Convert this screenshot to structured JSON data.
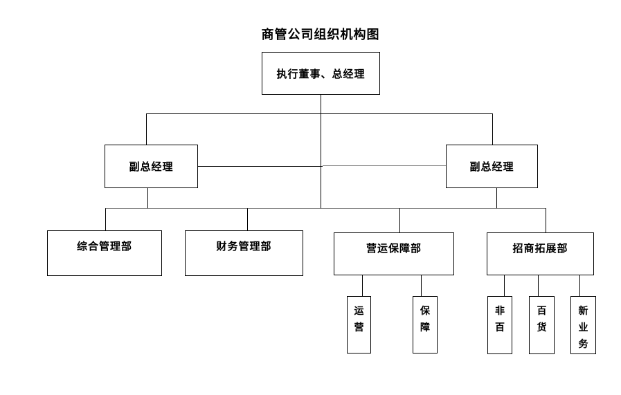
{
  "title": "商管公司组织机构图",
  "colors": {
    "background": "#ffffff",
    "line": "#000000",
    "line_secondary": "#818181",
    "box_border": "#000000",
    "text": "#000000"
  },
  "org": {
    "root": {
      "label": "执行董事、总经理"
    },
    "deputies": [
      {
        "label": "副总经理",
        "position": "left"
      },
      {
        "label": "副总经理",
        "position": "right"
      }
    ],
    "departments": [
      {
        "label": "综合管理部"
      },
      {
        "label": "财务管理部"
      },
      {
        "label": "营运保障部"
      },
      {
        "label": "招商拓展部"
      }
    ],
    "teams": [
      {
        "label": "运营",
        "chars": [
          "运",
          "营"
        ],
        "parent": "营运保障部"
      },
      {
        "label": "保障",
        "chars": [
          "保",
          "障"
        ],
        "parent": "营运保障部"
      },
      {
        "label": "非百",
        "chars": [
          "非",
          "百"
        ],
        "parent": "招商拓展部"
      },
      {
        "label": "百货",
        "chars": [
          "百",
          "货"
        ],
        "parent": "招商拓展部"
      },
      {
        "label": "新业务",
        "chars": [
          "新",
          "业",
          "务"
        ],
        "parent": "招商拓展部"
      }
    ]
  }
}
